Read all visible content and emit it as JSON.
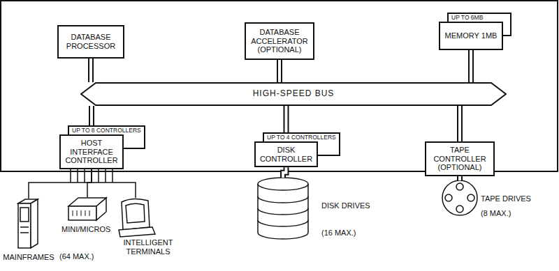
{
  "diagram": {
    "nodes": [
      {
        "text": [
          "DATABASE PROCESSOR"
        ]
      },
      {
        "text": [
          "DATABASE ACCELERATOR (OPTIONAL)"
        ]
      },
      {
        "text": [
          "UP TO 6MB",
          "MEMORY 1MB"
        ]
      },
      {
        "text": [
          "HIGH-SPEED BUS"
        ]
      },
      {
        "text": [
          "UP TO 8 CONTROLLERS",
          "HOST INTERFACE CONTROLLER"
        ]
      },
      {
        "text": [
          "UP TO 4 CONTROLLERS",
          "DISK CONTROLLER"
        ]
      },
      {
        "text": [
          "TAPE CONTROLLER (OPTIONAL)"
        ]
      },
      {
        "text": [
          "MAINFRAMES"
        ]
      },
      {
        "text": [
          "MINI/MICROS"
        ]
      },
      {
        "text": [
          "INTELLIGENT TERMINALS"
        ]
      },
      {
        "text": [
          "DISK DRIVES",
          "(16 MAX.)"
        ]
      },
      {
        "text": [
          "TAPE DRIVES",
          "(8 MAX.)"
        ]
      }
    ],
    "edges": [
      {
        "from": 0,
        "to": 3,
        "arrow": "none"
      },
      {
        "from": 1,
        "to": 3,
        "arrow": "none"
      },
      {
        "from": 2,
        "to": 3,
        "arrow": "none"
      },
      {
        "from": 4,
        "to": 3,
        "arrow": "none"
      },
      {
        "from": 5,
        "to": 3,
        "arrow": "none"
      },
      {
        "from": 6,
        "to": 3,
        "arrow": "none"
      },
      {
        "from": 4,
        "to": 7,
        "arrow": "none"
      },
      {
        "from": 4,
        "to": 8,
        "arrow": "none"
      },
      {
        "from": 4,
        "to": 9,
        "arrow": "none"
      },
      {
        "from": 5,
        "to": 10,
        "arrow": "none"
      },
      {
        "from": 6,
        "to": 11,
        "arrow": "none"
      }
    ],
    "labels": [
      "(64 MAX.)"
    ]
  }
}
